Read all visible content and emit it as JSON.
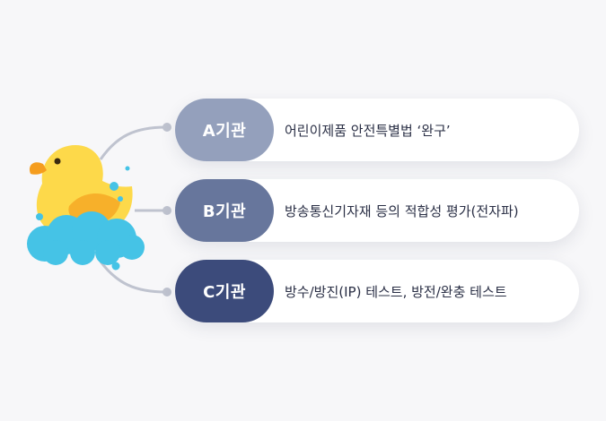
{
  "colors": {
    "tag_a": "#94a0bc",
    "tag_b": "#67769c",
    "tag_c": "#3c4b7b",
    "connector": "#bfc3cf",
    "duck_body": "#fdd94a",
    "duck_wing": "#f7b02a",
    "duck_beak": "#f59d1e",
    "foam": "#45c3e6"
  },
  "rows": [
    {
      "tag": "A기관",
      "text": "어린이제품 안전특별법 ‘완구’"
    },
    {
      "tag": "B기관",
      "text": "방송통신기자재 등의 적합성 평가(전자파)"
    },
    {
      "tag": "C기관",
      "text": "방수/방진(IP) 테스트, 방전/완충 테스트"
    }
  ],
  "icons": {
    "mascot": "rubber-duck-icon"
  }
}
